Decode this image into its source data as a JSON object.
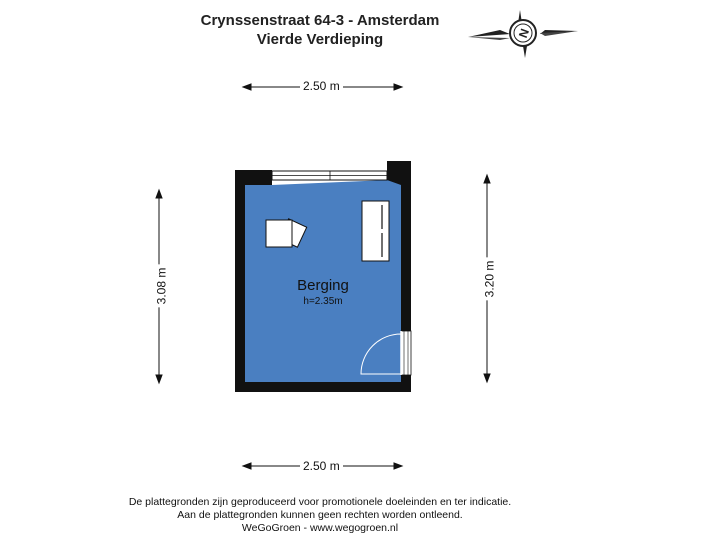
{
  "header": {
    "address": "Crynssenstraat 64-3 - Amsterdam",
    "floor": "Vierde Verdieping"
  },
  "compass": {
    "icon": "north-arrow-icon",
    "letter": "N"
  },
  "dimensions": {
    "top_width": "2.50 m",
    "bottom_width": "2.50 m",
    "left_height": "3.08 m",
    "right_height": "3.20 m"
  },
  "room": {
    "name": "Berging",
    "height": "h=2.35m",
    "fill_color": "#4a7fc1"
  },
  "footer": {
    "line1": "De plattegronden zijn geproduceerd voor promotionele doeleinden en ter indicatie.",
    "line2": "Aan de plattegronden kunnen geen rechten worden ontleend.",
    "line3": "WeGoGroen -  www.wegogroen.nl"
  }
}
